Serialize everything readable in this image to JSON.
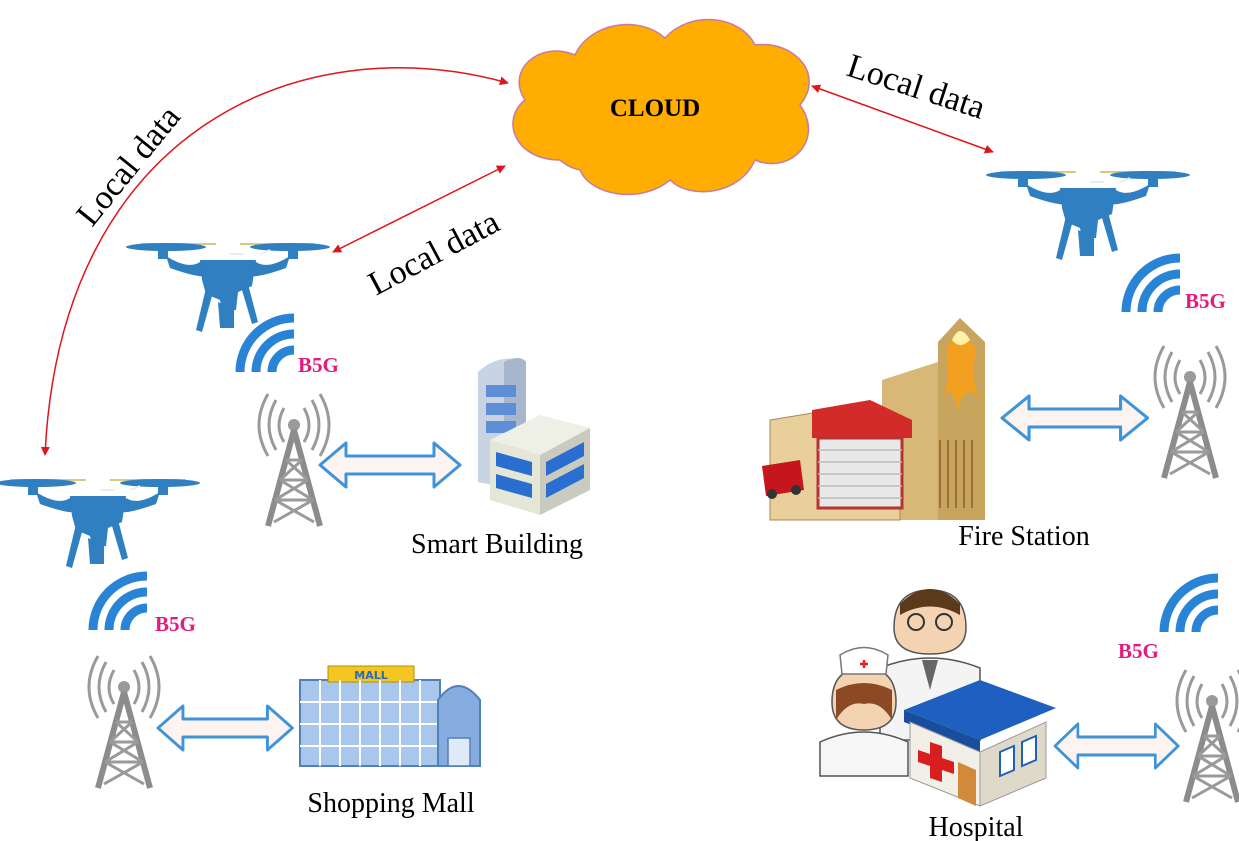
{
  "cloud": {
    "label": "CLOUD",
    "fill_color": "#ffad00"
  },
  "links": {
    "left_far": "Local data",
    "left_near": "Local data",
    "right": "Local data"
  },
  "wireless_label": "B5G",
  "facilities": {
    "smart_building": "Smart Building",
    "shopping_mall": "Shopping Mall",
    "fire_station": "Fire Station",
    "hospital": "Hospital"
  },
  "colors": {
    "arrow_red": "#e0141c",
    "drone_blue": "#2f7fc1",
    "wifi_blue": "#2a84d6",
    "b5g_pink": "#e8197d",
    "exchange_arrow": "#3f93d8"
  }
}
